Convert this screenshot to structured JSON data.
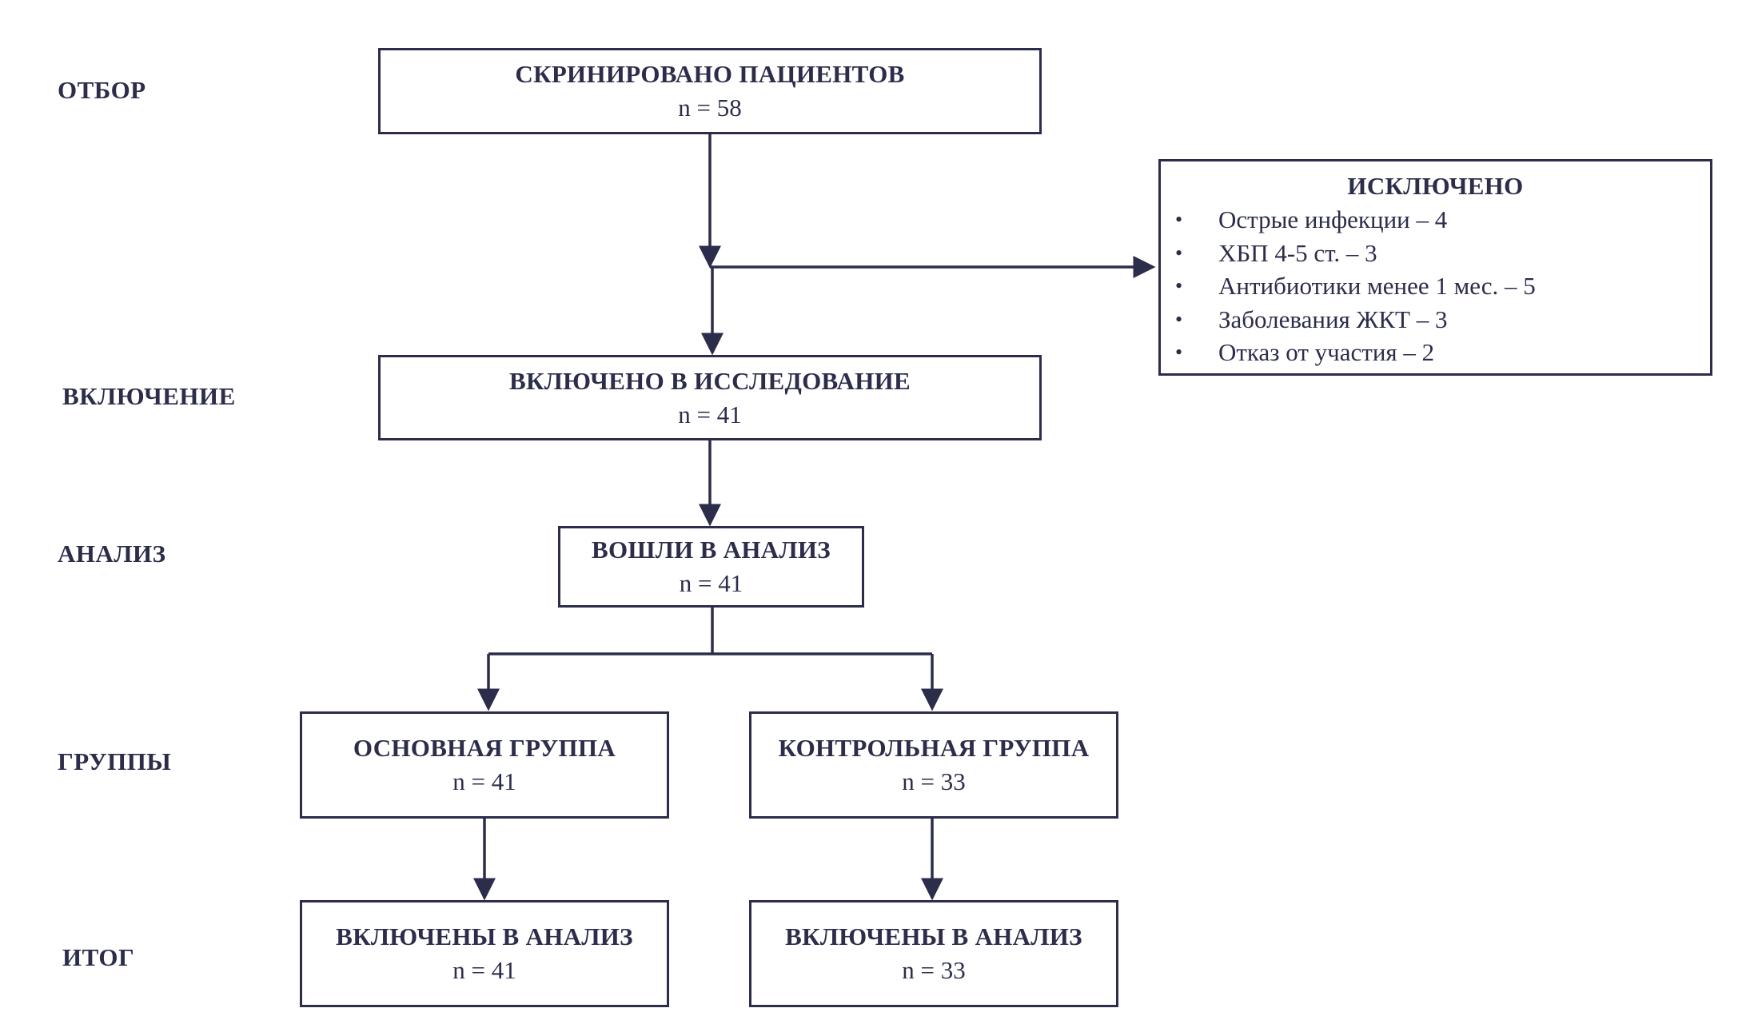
{
  "colors": {
    "ink": "#2b2d4a",
    "background": "#ffffff"
  },
  "stages": {
    "selection": "ОТБОР",
    "inclusion": "ВКЛЮЧЕНИЕ",
    "analysis": "АНАЛИЗ",
    "groups": "ГРУППЫ",
    "outcome": "ИТОГ"
  },
  "boxes": {
    "screened": {
      "title": "СКРИНИРОВАНО ПАЦИЕНТОВ",
      "n": "n = 58"
    },
    "included": {
      "title": "ВКЛЮЧЕНО В ИССЛЕДОВАНИЕ",
      "n": "n = 41"
    },
    "analyzed": {
      "title": "ВОШЛИ В АНАЛИЗ",
      "n": "n = 41"
    },
    "main_group": {
      "title": "ОСНОВНАЯ ГРУППА",
      "n": "n = 41"
    },
    "control_group": {
      "title": "КОНТРОЛЬНАЯ ГРУППА",
      "n": "n = 33"
    },
    "main_final": {
      "title": "ВКЛЮЧЕНЫ В АНАЛИЗ",
      "n": "n = 41"
    },
    "control_final": {
      "title": "ВКЛЮЧЕНЫ В АНАЛИЗ",
      "n": "n = 33"
    }
  },
  "excluded": {
    "title": "ИСКЛЮЧЕНО",
    "bullet": "•",
    "items": [
      "Острые инфекции – 4",
      "ХБП 4-5 ст. – 3",
      "Антибиотики менее 1 мес. – 5",
      "Заболевания ЖКТ – 3",
      "Отказ от участия – 2"
    ]
  }
}
